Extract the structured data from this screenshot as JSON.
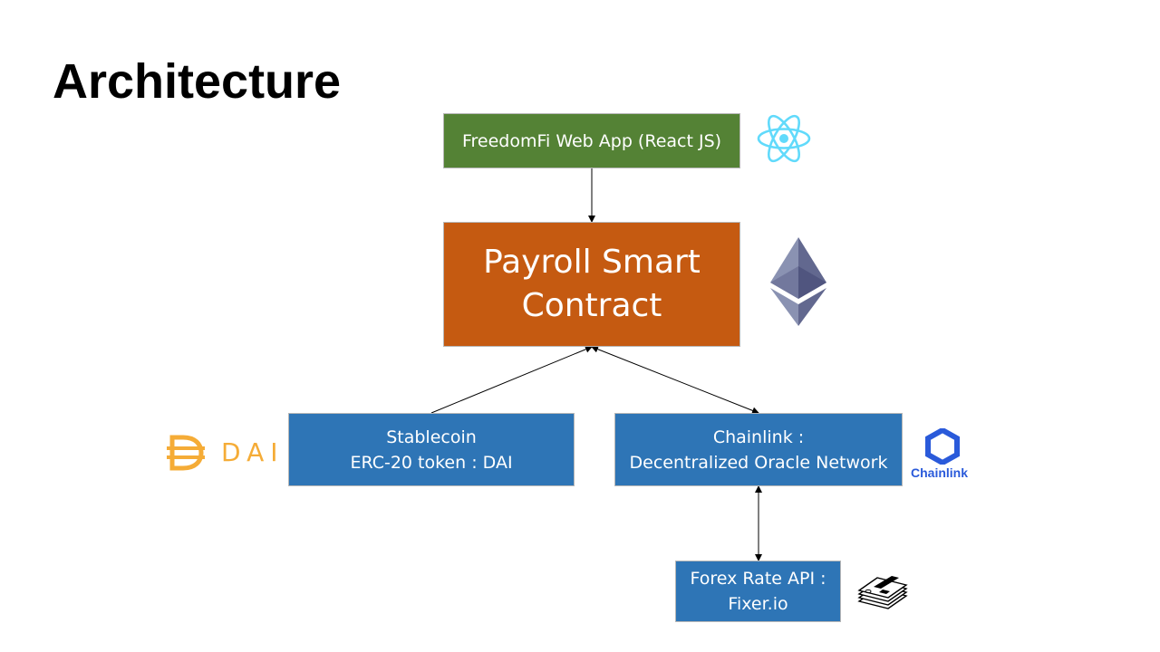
{
  "slide": {
    "title": "Architecture"
  },
  "colors": {
    "webapp": "#548235",
    "contract": "#c55a11",
    "blue": "#2e75b6",
    "dai": "#f5ac37",
    "chainlink": "#2a5ada",
    "react": "#61dafb"
  },
  "nodes": {
    "webapp": {
      "lines": [
        "FreedomFi Web App (React JS)"
      ],
      "logo": "react-logo"
    },
    "contract": {
      "lines": [
        "Payroll Smart",
        "Contract"
      ],
      "logo": "ethereum-logo"
    },
    "stablecoin": {
      "lines": [
        "Stablecoin",
        "ERC-20 token : DAI"
      ],
      "logo": "dai-logo"
    },
    "oracle": {
      "lines": [
        "Chainlink :",
        "Decentralized Oracle Network"
      ],
      "logo": "chainlink-logo"
    },
    "forex": {
      "lines": [
        "Forex Rate API :",
        "Fixer.io"
      ],
      "logo": "money-stack-icon"
    }
  },
  "logos": {
    "dai_text": "DAI",
    "chainlink_text": "Chainlink"
  },
  "edges": [
    {
      "from": "webapp",
      "to": "contract",
      "direction": "forward"
    },
    {
      "from": "stablecoin",
      "to": "contract",
      "direction": "forward"
    },
    {
      "from": "contract",
      "to": "oracle",
      "direction": "both"
    },
    {
      "from": "oracle",
      "to": "forex",
      "direction": "both"
    }
  ]
}
